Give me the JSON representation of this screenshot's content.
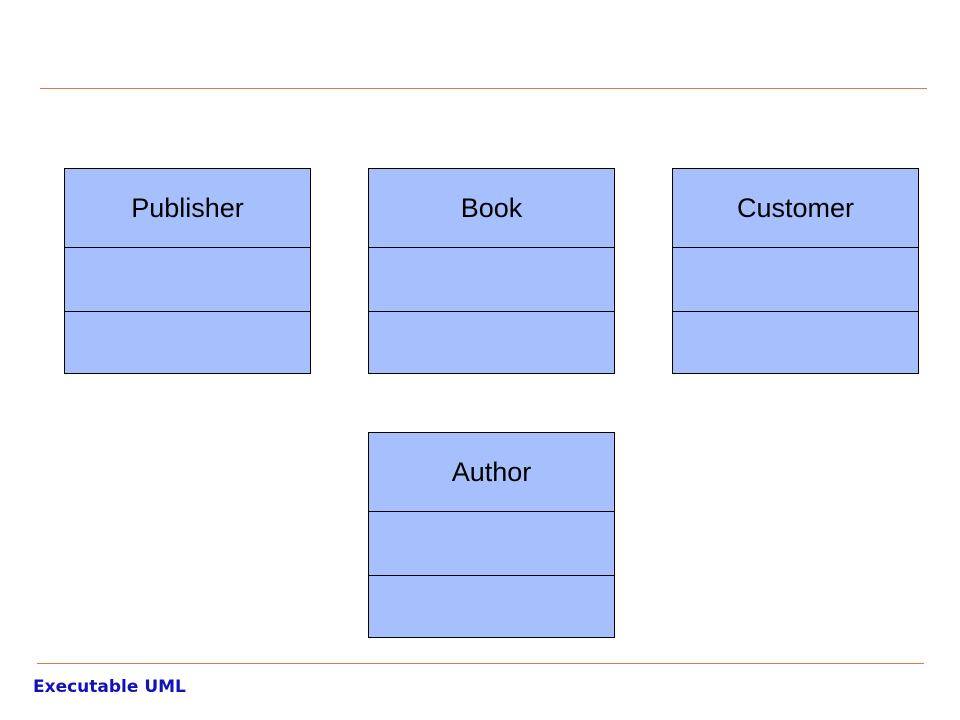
{
  "classes": {
    "publisher": {
      "name": "Publisher"
    },
    "book": {
      "name": "Book"
    },
    "customer": {
      "name": "Customer"
    },
    "author": {
      "name": "Author"
    }
  },
  "footer": {
    "title": "Executable UML"
  },
  "colors": {
    "class_fill": "#a6c0fe",
    "rule": "#e07a4a",
    "footer_text": "#1212b8"
  }
}
